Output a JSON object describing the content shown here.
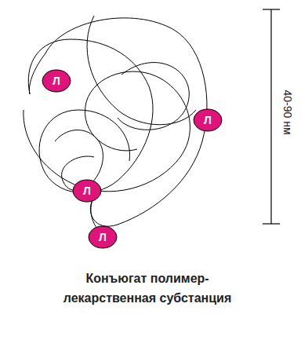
{
  "diagram": {
    "caption": "Конъюгат полимер-лекарственная субстанция",
    "nodes": [
      {
        "text": [
          "Л"
        ]
      },
      {
        "text": [
          "Л"
        ]
      },
      {
        "text": [
          "Л"
        ]
      },
      {
        "text": [
          "Л"
        ]
      }
    ],
    "labels": [
      "40-90 нм"
    ]
  }
}
